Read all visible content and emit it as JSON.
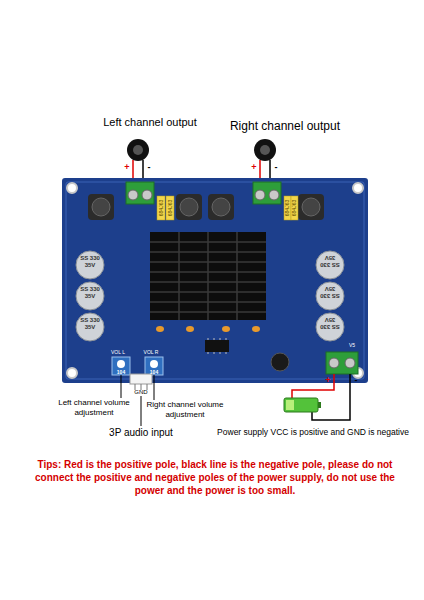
{
  "diagram": {
    "labels": [
      "Left channel output",
      "Right channel output",
      "+",
      "-",
      "+",
      "-",
      "SS 330 35V",
      "SS 330 35V",
      "SS 330 35V",
      "SS 330 35V",
      "SS 330 35V",
      "SS 330 35V",
      "684J63",
      "684J63",
      "684J63",
      "684J63",
      "VOL L",
      "VOL R",
      "104",
      "104",
      "Left channel volume adjustment",
      "GND",
      "Right channel volume adjustment",
      "3P audio input",
      "+",
      "-",
      "Power supply VCC is positive and GND is negative",
      "Tips: Red is the positive pole, black line is the negative pole, please do not connect the positive and negative poles of the power supply, do not use the power and the power is too small.",
      "V5"
    ]
  }
}
